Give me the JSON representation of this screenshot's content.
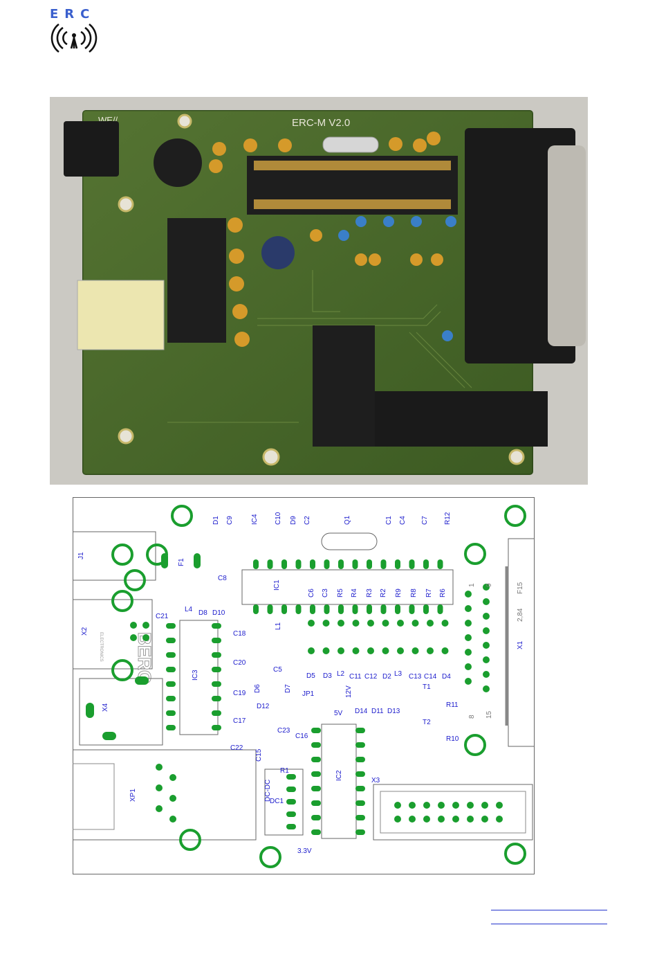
{
  "logo": {
    "text": "ERC",
    "icon": "antenna-signal-icon",
    "color": "#3a5fcd"
  },
  "photo": {
    "board_label": "ERC-M V2.0",
    "silk_top": "WE//",
    "colors": {
      "pcb": "#4a6a2c",
      "background": "#c9c7c2",
      "capacitor": "#d59a2a",
      "socket": "#1e1e1e",
      "connector": "#b9b7b0"
    }
  },
  "layout": {
    "colors": {
      "pad": "#1a9e2e",
      "label": "#1a1acc",
      "outline": "#555555"
    },
    "labels": [
      "J1",
      "F1",
      "C8",
      "C21",
      "L4",
      "D8",
      "D10",
      "X2",
      "X4",
      "XP1",
      "IC3",
      "C18",
      "C20",
      "C19",
      "C17",
      "C22",
      "D12",
      "C23",
      "C5",
      "L1",
      "D6",
      "D7",
      "D5",
      "D3",
      "L2",
      "C11",
      "C12",
      "D2",
      "L3",
      "C13",
      "C14",
      "D4",
      "JP1",
      "12V",
      "5V",
      "D14",
      "D11",
      "D13",
      "T1",
      "R11",
      "T2",
      "R10",
      "IC1",
      "C6",
      "C3",
      "R5",
      "R4",
      "R3",
      "R2",
      "R9",
      "R8",
      "R7",
      "R6",
      "D1",
      "C9",
      "IC4",
      "C10",
      "D9",
      "C2",
      "Q1",
      "C1",
      "C4",
      "C7",
      "R12",
      "X1",
      "F15",
      "2,84",
      "1",
      "9",
      "8",
      "15",
      "C15",
      "C16",
      "R1",
      "DC-DC",
      "DC1",
      "IC2",
      "X3",
      "3.3V"
    ],
    "berg_text": "BERG",
    "berg_sub": "ELECTRONICS"
  },
  "footer": {
    "links": [
      "",
      ""
    ]
  }
}
